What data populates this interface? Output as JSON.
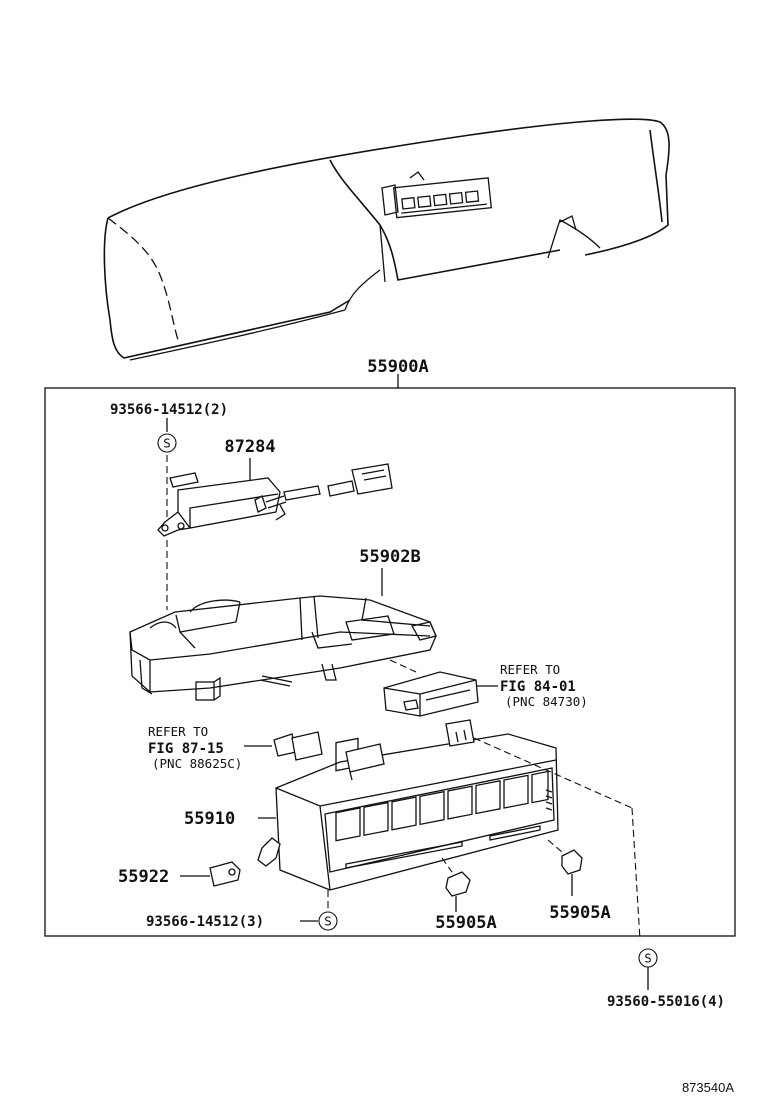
{
  "diagram": {
    "assembly_label": "55900A",
    "labels": {
      "screw_top": "93566-14512(2)",
      "sensor": "87284",
      "base": "55902B",
      "refer_right_1": "REFER TO",
      "refer_right_2": "FIG 84-01",
      "refer_right_3": "(PNC 84730)",
      "refer_left_1": "REFER TO",
      "refer_left_2": "FIG 87-15",
      "refer_left_3": "(PNC 88625C)",
      "panel": "55910",
      "clip": "55922",
      "screw_bottom": "93566-14512(3)",
      "knob_mid": "55905A",
      "knob_right": "55905A",
      "screw_outer": "93560-55016(4)",
      "screw_symbol": "S"
    },
    "figure_code": "873540A"
  }
}
